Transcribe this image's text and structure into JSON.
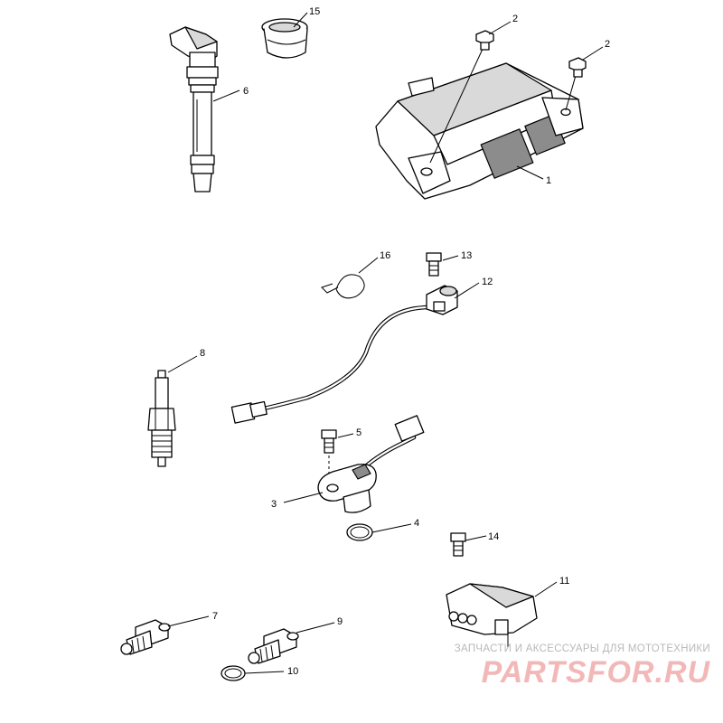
{
  "parts": [
    {
      "ref": "1"
    },
    {
      "ref": "2"
    },
    {
      "ref": "3"
    },
    {
      "ref": "4"
    },
    {
      "ref": "5"
    },
    {
      "ref": "6"
    },
    {
      "ref": "7"
    },
    {
      "ref": "8"
    },
    {
      "ref": "9"
    },
    {
      "ref": "10"
    },
    {
      "ref": "11"
    },
    {
      "ref": "12"
    },
    {
      "ref": "13"
    },
    {
      "ref": "14"
    },
    {
      "ref": "15"
    },
    {
      "ref": "16"
    }
  ],
  "watermark": {
    "caption": "ЗАПЧАСТИ И АКСЕССУАРЫ ДЛЯ МОТОТЕХНИКИ",
    "logo": "PARTSFOR.RU"
  }
}
